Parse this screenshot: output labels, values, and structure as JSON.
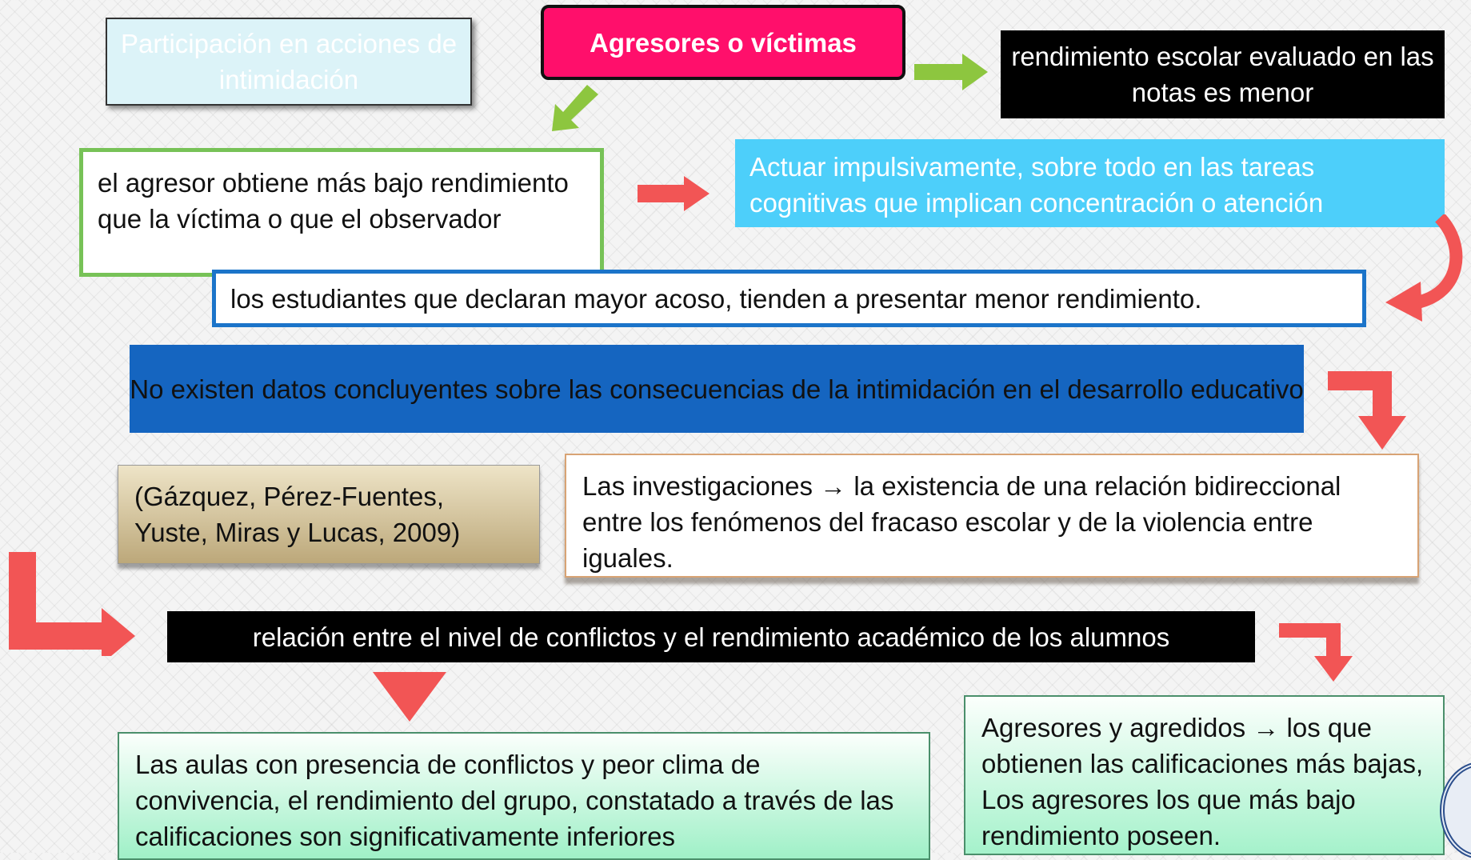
{
  "boxes": {
    "participacion": "Participación en acciones de intimidación",
    "agresores_victimas": "Agresores o víctimas",
    "rendimiento_notas": "rendimiento escolar evaluado en las notas es menor",
    "agresor_bajo": "el agresor obtiene más bajo rendimiento que la víctima o que el observador",
    "actuar_impulsivamente": "Actuar impulsivamente, sobre todo en las tareas cognitivas que implican concentración o atención",
    "estudiantes_acoso": "los estudiantes que declaran mayor acoso, tienden a presentar menor rendimiento.",
    "no_existen_datos": "No existen datos concluyentes sobre las consecuencias de la intimidación en el desarrollo educativo",
    "cita": "(Gázquez, Pérez-Fuentes, Yuste, Miras y Lucas, 2009)",
    "investigaciones": "Las investigaciones → la existencia de una relación bidireccional entre los fenómenos del fracaso escolar y de la violencia entre iguales.",
    "relacion_conflictos": "relación entre el nivel de conflictos y el rendimiento académico de los alumnos",
    "aulas_conflictos": "Las aulas con presencia de conflictos y peor clima de convivencia, el rendimiento del grupo, constatado a través de las calificaciones son  significativamente inferiores",
    "agresores_agredidos": "Agresores y agredidos → los que obtienen las calificaciones más bajas, Los agresores los que más bajo rendimiento poseen."
  },
  "colors": {
    "pink": "#ff0f6b",
    "green_arrow": "#8dc63f",
    "red_arrow": "#f25555",
    "cyan": "#4dcffa",
    "blue": "#1565c0"
  }
}
